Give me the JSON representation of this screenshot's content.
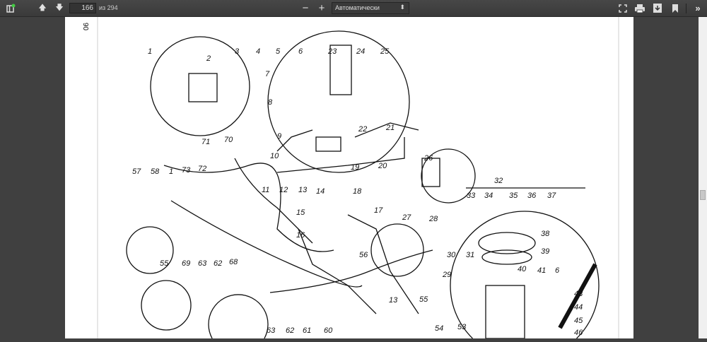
{
  "toolbar": {
    "sidebar_toggle": "sidebar-icon",
    "page_number": "166",
    "page_total": "из 294",
    "zoom_out": "−",
    "zoom_in": "+",
    "zoom_value": "Автоматически",
    "icons": [
      "fullscreen-icon",
      "print-icon",
      "download-icon",
      "bookmark-icon",
      "tools-icon"
    ]
  },
  "page": {
    "page_margin_number": "90",
    "part_labels": [
      "1",
      "2",
      "3",
      "4",
      "5",
      "6",
      "23",
      "24",
      "25",
      "7",
      "8",
      "22",
      "21",
      "9",
      "10",
      "20",
      "19",
      "14",
      "18",
      "71",
      "70",
      "57",
      "58",
      "1",
      "73",
      "72",
      "11",
      "12",
      "13",
      "15",
      "17",
      "27",
      "26",
      "28",
      "16",
      "56",
      "32",
      "33",
      "34",
      "35",
      "36",
      "37",
      "38",
      "39",
      "30",
      "31",
      "29",
      "40",
      "41",
      "6",
      "43",
      "44",
      "45",
      "46",
      "54",
      "53",
      "55",
      "13",
      "55",
      "69",
      "63",
      "62",
      "68",
      "63",
      "62",
      "61",
      "60"
    ]
  },
  "colors": {
    "toolbar": "#404040",
    "page": "#ffffff",
    "ink": "#111111"
  }
}
